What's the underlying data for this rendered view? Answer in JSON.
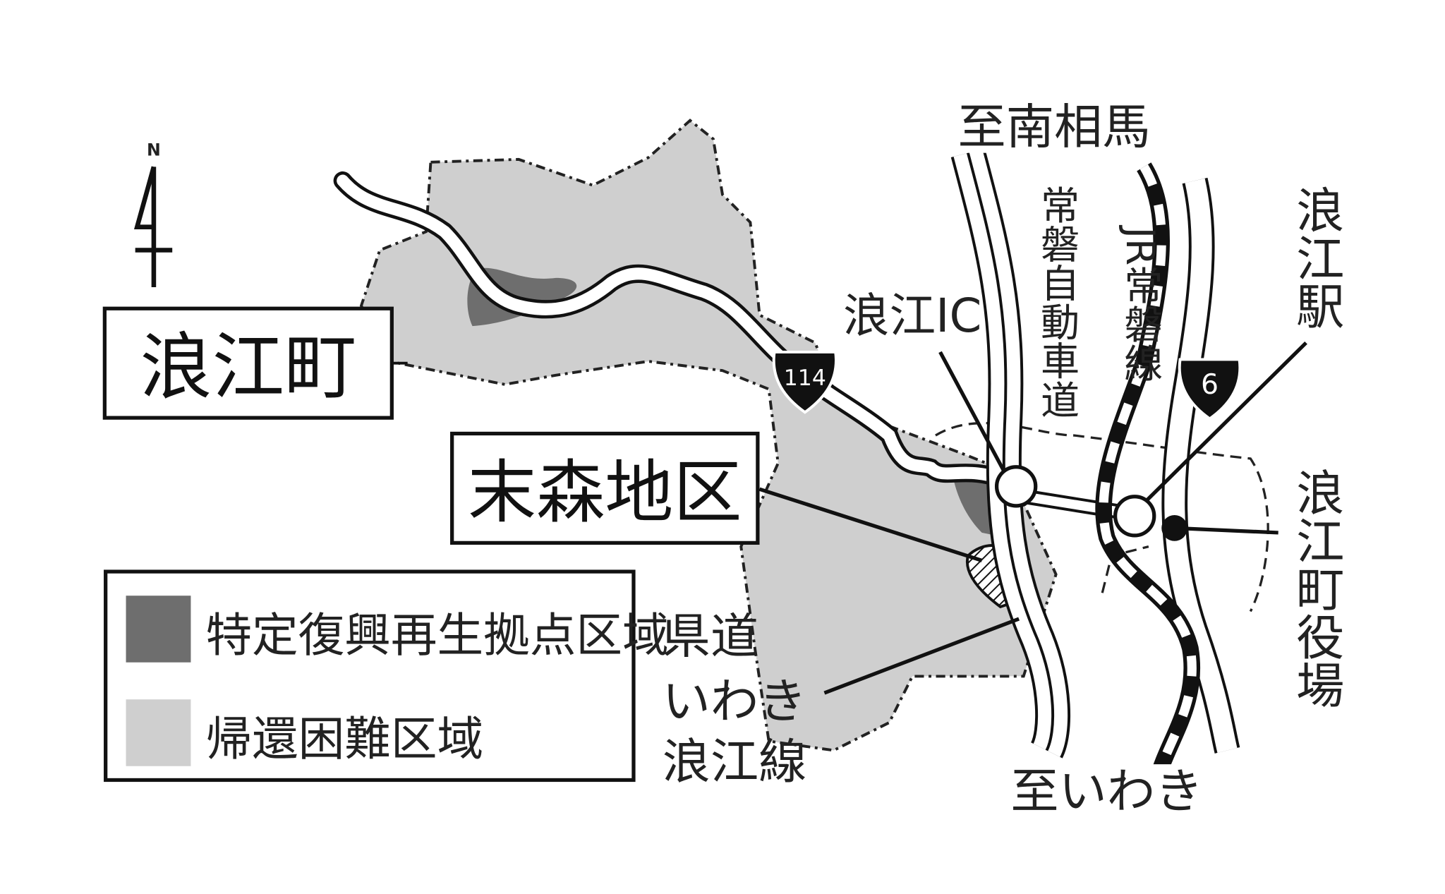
{
  "town_label": "浪江町",
  "district_label": "末森地区",
  "north_label": "N",
  "route_114": "114",
  "route_6": "6",
  "labels": {
    "to_minamisoma": "至南相馬",
    "to_iwaki": "至いわき",
    "joban_expressway": "常磐自動車道",
    "jr_joban_line": "JR常磐線",
    "namie_ic": "浪江IC",
    "namie_station": "浪江駅",
    "town_office": "浪江町役場",
    "prefectural_road": [
      "県道",
      "いわき",
      "浪江線"
    ]
  },
  "legend": {
    "items": [
      {
        "label": "特定復興再生拠点区域",
        "color": "#6e6e6e"
      },
      {
        "label": "帰還困難区域",
        "color": "#cfcfcf"
      }
    ]
  }
}
